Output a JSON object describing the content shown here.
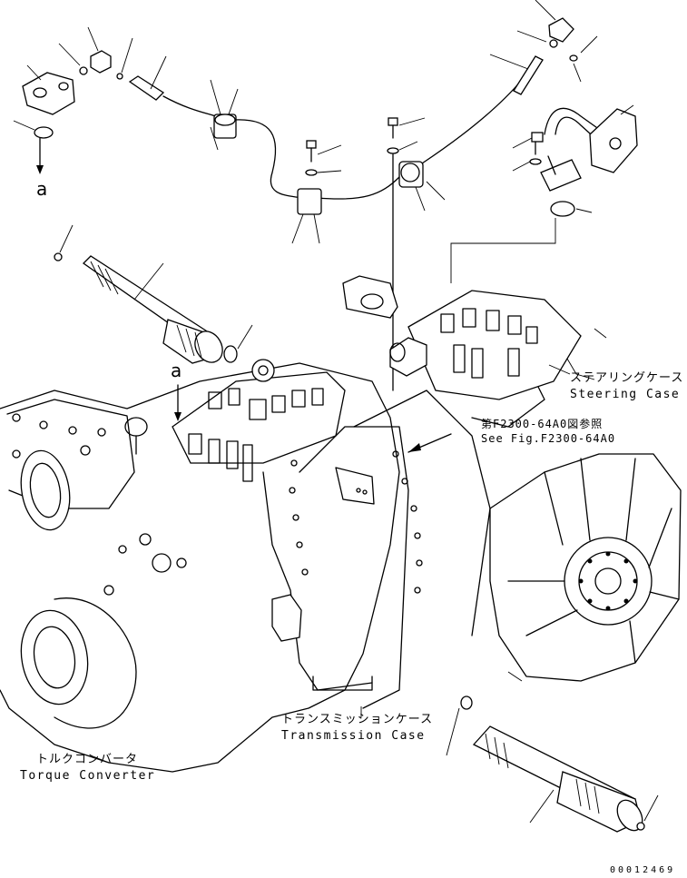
{
  "labels": {
    "steering_jp": "ステアリングケース",
    "steering_en": "Steering Case",
    "ref_jp": "第F2300-64A0図参照",
    "ref_en": "See Fig.F2300-64A0",
    "transmission_jp": "トランスミッションケース",
    "transmission_en": "Transmission Case",
    "torque_jp": "トルクコンバータ",
    "torque_en": "Torque Converter",
    "callout_a": "a",
    "drawing_number": "00012469"
  }
}
